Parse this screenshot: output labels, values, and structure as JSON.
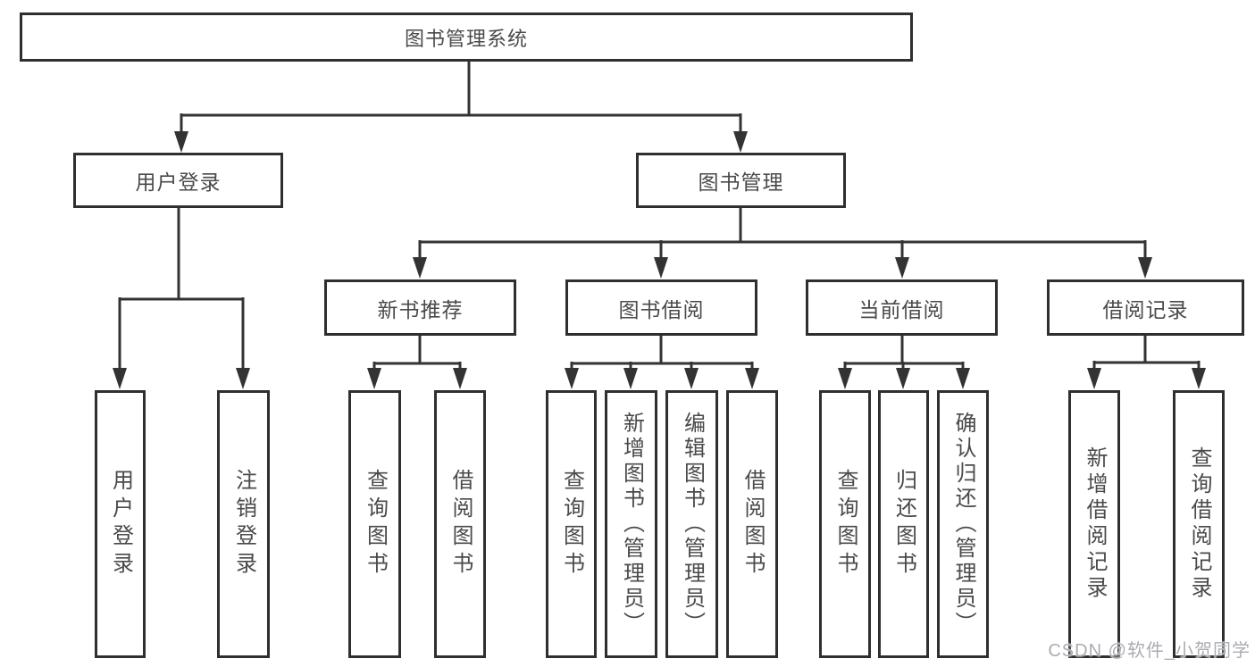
{
  "diagram": {
    "title": "图书管理系统",
    "root": {
      "label": "图书管理系统"
    },
    "branches": [
      {
        "label": "用户登录",
        "children": [
          {
            "label": "用户登录"
          },
          {
            "label": "注销登录"
          }
        ]
      },
      {
        "label": "图书管理",
        "children": [
          {
            "label": "新书推荐",
            "children": [
              {
                "label": "查询图书"
              },
              {
                "label": "借阅图书"
              }
            ]
          },
          {
            "label": "图书借阅",
            "children": [
              {
                "label": "查询图书"
              },
              {
                "label": "新增图书（管理员）"
              },
              {
                "label": "编辑图书（管理员）"
              },
              {
                "label": "借阅图书"
              }
            ]
          },
          {
            "label": "当前借阅",
            "children": [
              {
                "label": "查询图书"
              },
              {
                "label": "归还图书"
              },
              {
                "label": "确认归还（管理员）"
              }
            ]
          },
          {
            "label": "借阅记录",
            "children": [
              {
                "label": "新增借阅记录"
              },
              {
                "label": "查询借阅记录"
              }
            ]
          }
        ]
      }
    ]
  },
  "watermark": {
    "text": "CSDN @软件_小贺同学"
  },
  "colors": {
    "background": "#ffffff",
    "box_border": "#2f2f2f",
    "line": "#333333",
    "text": "#4a4a4a",
    "watermark": "#a5a8ad"
  }
}
